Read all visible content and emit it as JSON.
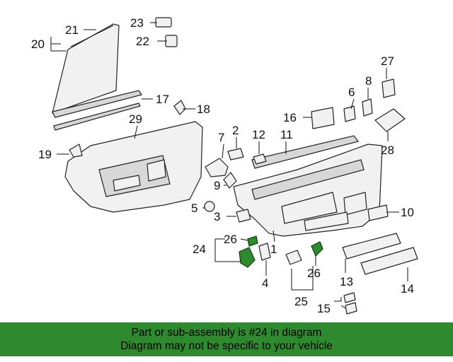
{
  "diagram": {
    "callouts": {
      "n1": "1",
      "n2": "2",
      "n3": "3",
      "n4": "4",
      "n5": "5",
      "n6": "6",
      "n7": "7",
      "n8": "8",
      "n9": "9",
      "n10": "10",
      "n11": "11",
      "n12": "12",
      "n13": "13",
      "n14": "14",
      "n15": "15",
      "n16": "16",
      "n17": "17",
      "n18": "18",
      "n19": "19",
      "n20": "20",
      "n21": "21",
      "n22": "22",
      "n23": "23",
      "n24": "24",
      "n25": "25",
      "n26a": "26",
      "n26b": "26",
      "n27": "27",
      "n28": "28",
      "n29": "29"
    },
    "highlight_color": "#2f8a2f"
  },
  "footer": {
    "line1": "Part or sub-assembly is #24 in diagram",
    "line2": "Diagram may not be specific to your vehicle",
    "background": "#2f8a2f"
  }
}
